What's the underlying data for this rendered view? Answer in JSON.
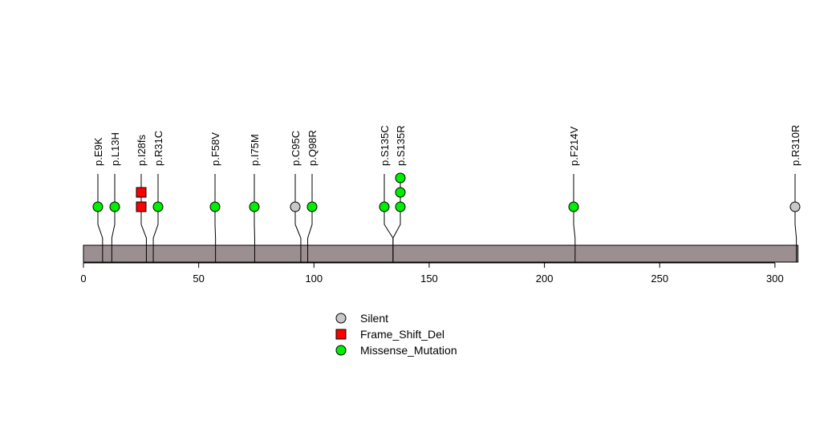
{
  "chart_data": {
    "type": "lollipop",
    "protein_length": 310,
    "xlim": [
      0,
      310
    ],
    "x_ticks": [
      0,
      50,
      100,
      150,
      200,
      250,
      300
    ],
    "mutations": [
      {
        "label": "p.E9K",
        "position": 9,
        "type": "Missense_Mutation",
        "count": 1
      },
      {
        "label": "p.L13H",
        "position": 13,
        "type": "Missense_Mutation",
        "count": 1
      },
      {
        "label": "p.I28fs",
        "position": 28,
        "type": "Frame_Shift_Del",
        "count": 2
      },
      {
        "label": "p.R31C",
        "position": 31,
        "type": "Missense_Mutation",
        "count": 1
      },
      {
        "label": "p.F58V",
        "position": 58,
        "type": "Missense_Mutation",
        "count": 1
      },
      {
        "label": "p.I75M",
        "position": 75,
        "type": "Missense_Mutation",
        "count": 1
      },
      {
        "label": "p.C95C",
        "position": 95,
        "type": "Silent",
        "count": 1
      },
      {
        "label": "p.Q98R",
        "position": 98,
        "type": "Missense_Mutation",
        "count": 1
      },
      {
        "label": "p.S135C",
        "position": 135,
        "type": "Missense_Mutation",
        "count": 1
      },
      {
        "label": "p.S135R",
        "position": 135,
        "type": "Missense_Mutation",
        "count": 3
      },
      {
        "label": "p.F214V",
        "position": 214,
        "type": "Missense_Mutation",
        "count": 1
      },
      {
        "label": "p.R310R",
        "position": 310,
        "type": "Silent",
        "count": 1
      }
    ],
    "legend": [
      {
        "label": "Silent",
        "shape": "circle",
        "color": "#c8c8c8"
      },
      {
        "label": "Frame_Shift_Del",
        "shape": "square",
        "color": "#ff0000"
      },
      {
        "label": "Missense_Mutation",
        "shape": "circle",
        "color": "#00ee00"
      }
    ],
    "legend_position": "bottom-center",
    "colors": {
      "bar": "#9c8f91",
      "Silent": "#c8c8c8",
      "Frame_Shift_Del": "#ff0000",
      "Missense_Mutation": "#00ee00"
    }
  }
}
